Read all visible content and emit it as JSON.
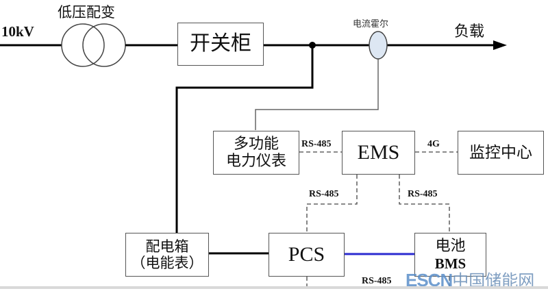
{
  "input": {
    "voltage_label": "10kV"
  },
  "transformer": {
    "label": "低压配变"
  },
  "switchgear": {
    "label": "开关柜"
  },
  "hall_sensor": {
    "label": "电流霍尔",
    "fill": "#dde7f3"
  },
  "load": {
    "label": "负载"
  },
  "meter": {
    "line1": "多功能",
    "line2": "电力仪表"
  },
  "ems": {
    "label": "EMS"
  },
  "monitor_center": {
    "label": "监控中心"
  },
  "distribution_box": {
    "line1": "配电箱",
    "line2": "（电能表）"
  },
  "pcs": {
    "label": "PCS"
  },
  "battery": {
    "line1": "电池",
    "line2": "BMS"
  },
  "links": {
    "meter_ems": "RS-485",
    "ems_monitor": "4G",
    "ems_pcs": "RS-485",
    "ems_bms": "RS-485",
    "pcs_bms_bottom": "RS-485",
    "dc_link_color": "#2b2bd0"
  },
  "watermark": {
    "en": "ESCN",
    "zh": "中国储能网"
  }
}
